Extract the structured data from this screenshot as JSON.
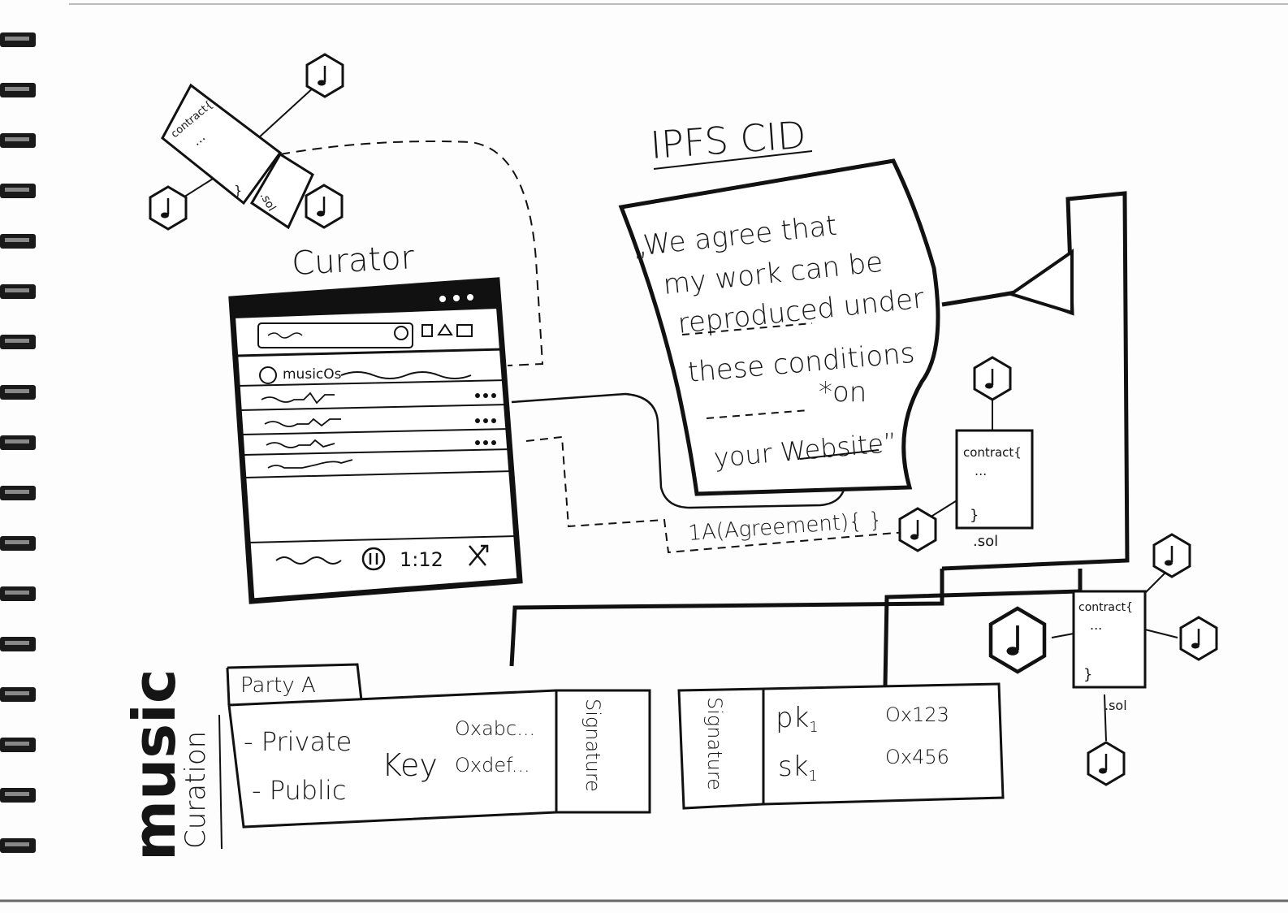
{
  "title_ipfs": "IPFS CID",
  "curator_label": "Curator",
  "quote": {
    "l1": "„We agree that",
    "l2": "my work can be",
    "l3": "reproduced under",
    "l4": "these conditions",
    "l5_mark": "*on",
    "l6": "your Website”"
  },
  "agreement_fn": "1A(Agreement){ }",
  "app": {
    "brand": "musicOs",
    "time": "1:12",
    "shuffle_icon": "shuffle-icon",
    "pause_icon": "pause-icon",
    "rows": [
      "row-1",
      "row-2",
      "row-3",
      "row-4"
    ]
  },
  "contracts": {
    "label": "contract{",
    "dots": "...",
    "brace": "}",
    "ext": ".sol"
  },
  "party": {
    "tab": "Party A",
    "private": "- Private",
    "public": "- Public",
    "key": "Key",
    "priv_val": "Oxabc...",
    "pub_val": "Oxdef...",
    "signature": "Signature"
  },
  "keys": {
    "signature": "Signature",
    "pk": "pk",
    "pk_sub": "1",
    "pk_val": "Ox123",
    "sk": "sk",
    "sk_sub": "1",
    "sk_val": "Ox456"
  },
  "side_title": {
    "main": "music",
    "sub": "Curation"
  },
  "icons": [
    "music-note-icon"
  ]
}
